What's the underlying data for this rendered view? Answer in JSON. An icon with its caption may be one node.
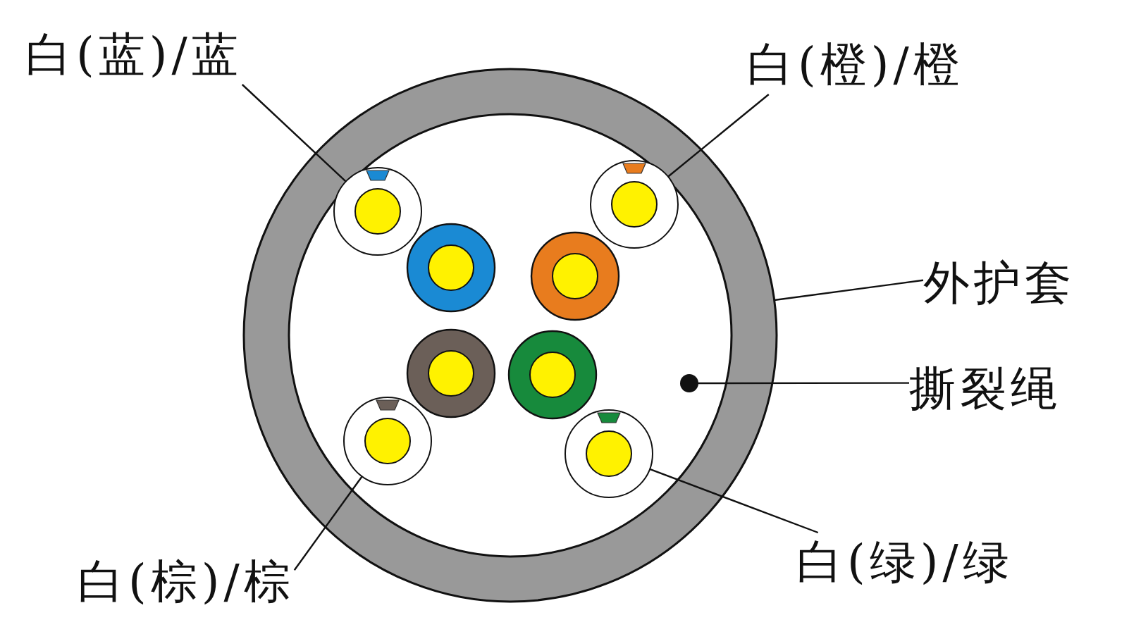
{
  "diagram": {
    "nodes": [
      {
        "text": [
          "白(蓝)/蓝"
        ]
      },
      {
        "text": [
          "白(橙)/橙"
        ]
      },
      {
        "text": [],
        "shape": "circle"
      },
      {
        "text": [],
        "shape": "circle",
        "in": 2
      },
      {
        "text": [],
        "shape": "circle",
        "in": 2
      },
      {
        "text": [],
        "shape": "circle",
        "in": 2
      },
      {
        "text": [],
        "shape": "circle",
        "in": 2
      },
      {
        "text": [
          "外护套"
        ]
      },
      {
        "text": [],
        "shape": "circle",
        "in": 2
      },
      {
        "text": [],
        "shape": "circle",
        "in": 2
      },
      {
        "text": [
          "撕裂绳"
        ]
      },
      {
        "text": [],
        "shape": "circle",
        "in": 2
      },
      {
        "text": [],
        "shape": "circle",
        "in": 2
      },
      {
        "text": [],
        "shape": "circle",
        "in": 2
      },
      {
        "text": [
          "白(绿)/绿"
        ]
      },
      {
        "text": [
          "白(棕)/棕"
        ]
      }
    ],
    "edges": [
      {
        "from": 0,
        "to": 3,
        "arrow": "none"
      },
      {
        "from": 1,
        "to": 4,
        "arrow": "none"
      },
      {
        "from": 7,
        "to": 2,
        "arrow": "none"
      },
      {
        "from": 10,
        "to": 11,
        "arrow": "none"
      },
      {
        "from": 14,
        "to": 13,
        "arrow": "none"
      },
      {
        "from": 15,
        "to": 12,
        "arrow": "none"
      }
    ]
  }
}
